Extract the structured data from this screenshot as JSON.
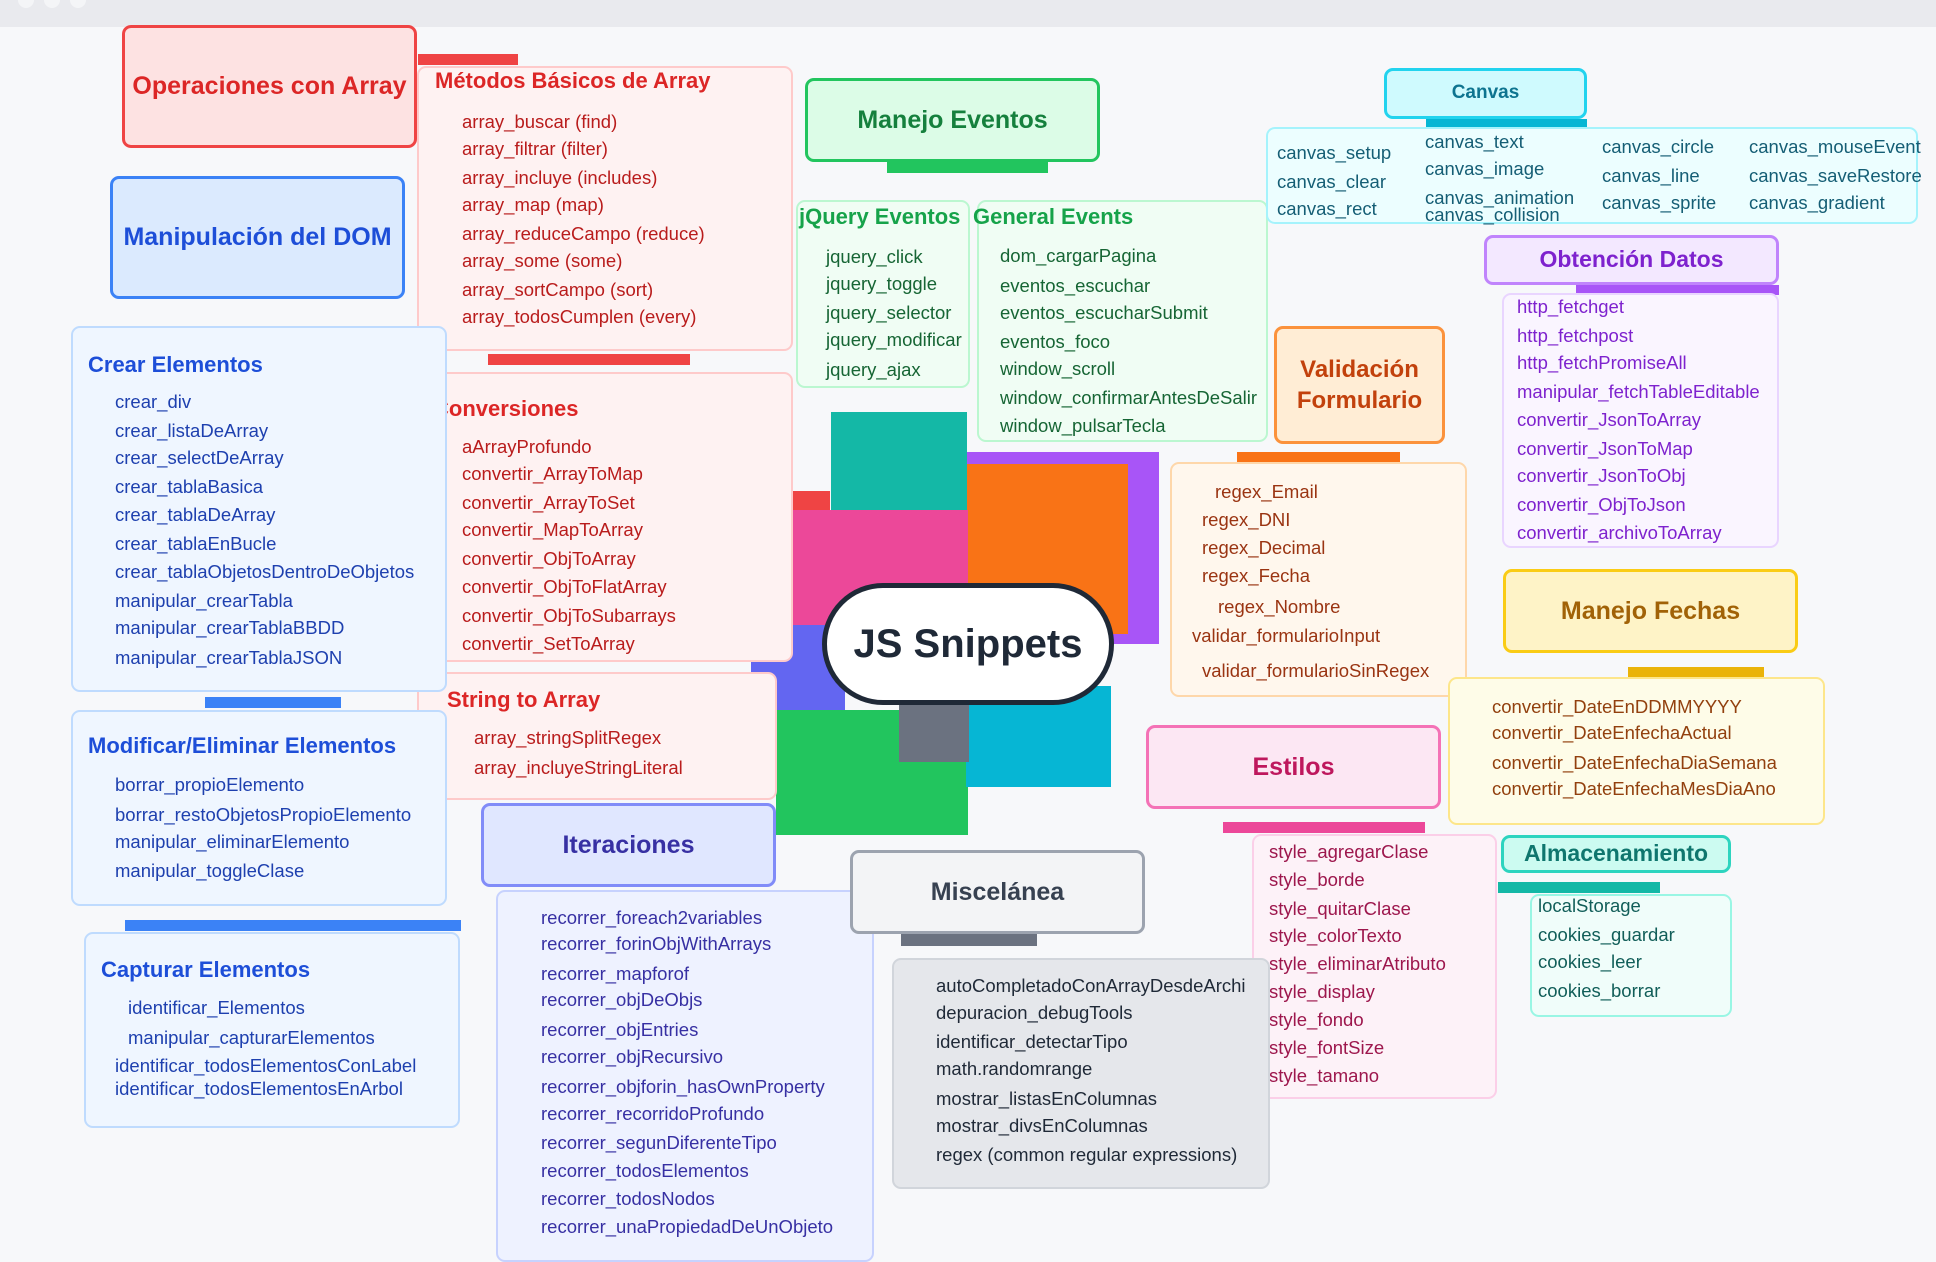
{
  "center_title": "JS Snippets",
  "colors": {
    "red": "#dc2626",
    "blue": "#1d4ed8",
    "green": "#15803d",
    "cyan": "#0e7490",
    "purple": "#7e22ce",
    "orange": "#c2410c",
    "yellow": "#a16207",
    "pink": "#be185d",
    "teal": "#0f766e",
    "gray": "#374151",
    "indigo": "#3730a3"
  },
  "main_topics": {
    "operaciones_array": "Operaciones con Array",
    "manipulacion_dom": "Manipulación del DOM",
    "manejo_eventos": "Manejo Eventos",
    "canvas": "Canvas",
    "obtencion_datos": "Obtención Datos",
    "validacion_formulario": "Validación Formulario",
    "manejo_fechas": "Manejo Fechas",
    "estilos": "Estilos",
    "almacenamiento": "Almacenamiento",
    "iteraciones": "Iteraciones",
    "miscelanea": "Miscelánea"
  },
  "metodos_basicos": {
    "title": "Métodos Básicos de Array",
    "items": [
      "array_buscar (find)",
      "array_filtrar (filter)",
      "array_incluye (includes)",
      "array_map (map)",
      "array_reduceCampo (reduce)",
      "array_some (some)",
      "array_sortCampo (sort)",
      "array_todosCumplen (every)"
    ]
  },
  "conversiones": {
    "title": "Conversiones",
    "items": [
      "aArrayProfundo",
      "convertir_ArrayToMap",
      "convertir_ArrayToSet",
      "convertir_MapToArray",
      "convertir_ObjToArray",
      "convertir_ObjToFlatArray",
      "convertir_ObjToSubarrays",
      "convertir_SetToArray"
    ]
  },
  "string_to_array": {
    "title": "String to Array",
    "items": [
      "array_stringSplitRegex",
      "array_incluyeStringLiteral"
    ]
  },
  "crear_elementos": {
    "title": "Crear Elementos",
    "items": [
      "crear_div",
      "crear_listaDeArray",
      "crear_selectDeArray",
      "crear_tablaBasica",
      "crear_tablaDeArray",
      "crear_tablaEnBucle",
      "crear_tablaObjetosDentroDeObjetos",
      "manipular_crearTabla",
      "manipular_crearTablaBBDD",
      "manipular_crearTablaJSON"
    ]
  },
  "modificar_eliminar": {
    "title": "Modificar/Eliminar Elementos",
    "items": [
      "borrar_propioElemento",
      "borrar_restoObjetosPropioElemento",
      "manipular_eliminarElemento",
      "manipular_toggleClase"
    ]
  },
  "capturar_elementos": {
    "title": "Capturar Elementos",
    "items": [
      "identificar_Elementos",
      "manipular_capturarElementos",
      "identificar_todosElementosConLabel",
      "identificar_todosElementosEnArbol"
    ]
  },
  "jquery_eventos": {
    "title": "jQuery Eventos",
    "items": [
      "jquery_click",
      "jquery_toggle",
      "jquery_selector",
      "jquery_modificar",
      "jquery_ajax"
    ]
  },
  "general_events": {
    "title": "General Events",
    "items": [
      "dom_cargarPagina",
      "eventos_escuchar",
      "eventos_escucharSubmit",
      "eventos_foco",
      "window_scroll",
      "window_confirmarAntesDeSalir",
      "window_pulsarTecla"
    ]
  },
  "canvas_items": [
    "canvas_setup",
    "canvas_clear",
    "canvas_rect",
    "canvas_text",
    "canvas_image",
    "canvas_animation",
    "canvas_collision",
    "canvas_circle",
    "canvas_line",
    "canvas_sprite",
    "canvas_mouseEvent",
    "canvas_saveRestore",
    "canvas_gradient"
  ],
  "obtencion_items": [
    "http_fetchget",
    "http_fetchpost",
    "http_fetchPromiseAll",
    "manipular_fetchTableEditable",
    "convertir_JsonToArray",
    "convertir_JsonToMap",
    "convertir_JsonToObj",
    "convertir_ObjToJson",
    "convertir_archivoToArray"
  ],
  "validacion_items": [
    "regex_Email",
    "regex_DNI",
    "regex_Decimal",
    "regex_Fecha",
    "regex_Nombre",
    "validar_formularioInput",
    "validar_formularioSinRegex"
  ],
  "fechas_items": [
    "convertir_DateEnDDMMYYYY",
    "convertir_DateEnfechaActual",
    "convertir_DateEnfechaDiaSemana",
    "convertir_DateEnfechaMesDiaAno"
  ],
  "estilos_items": [
    "style_agregarClase",
    "style_borde",
    "style_quitarClase",
    "style_colorTexto",
    "style_eliminarAtributo",
    "style_display",
    "style_fondo",
    "style_fontSize",
    "style_tamano"
  ],
  "almacenamiento_items": [
    "localStorage",
    "cookies_guardar",
    "cookies_leer",
    "cookies_borrar"
  ],
  "iteraciones_items": [
    "recorrer_foreach2variables",
    "recorrer_forinObjWithArrays",
    "recorrer_mapforof",
    "recorrer_objDeObjs",
    "recorrer_objEntries",
    "recorrer_objRecursivo",
    "recorrer_objforin_hasOwnProperty",
    "recorrer_recorridoProfundo",
    "recorrer_segunDiferenteTipo",
    "recorrer_todosElementos",
    "recorrer_todosNodos",
    "recorrer_unaPropiedadDeUnObjeto"
  ],
  "miscelanea_items": [
    "autoCompletadoConArrayDesdeArchi",
    "depuracion_debugTools",
    "identificar_detectarTipo",
    "math.randomrange",
    "mostrar_listasEnColumnas",
    "mostrar_divsEnColumnas",
    "regex (common regular expressions)"
  ]
}
